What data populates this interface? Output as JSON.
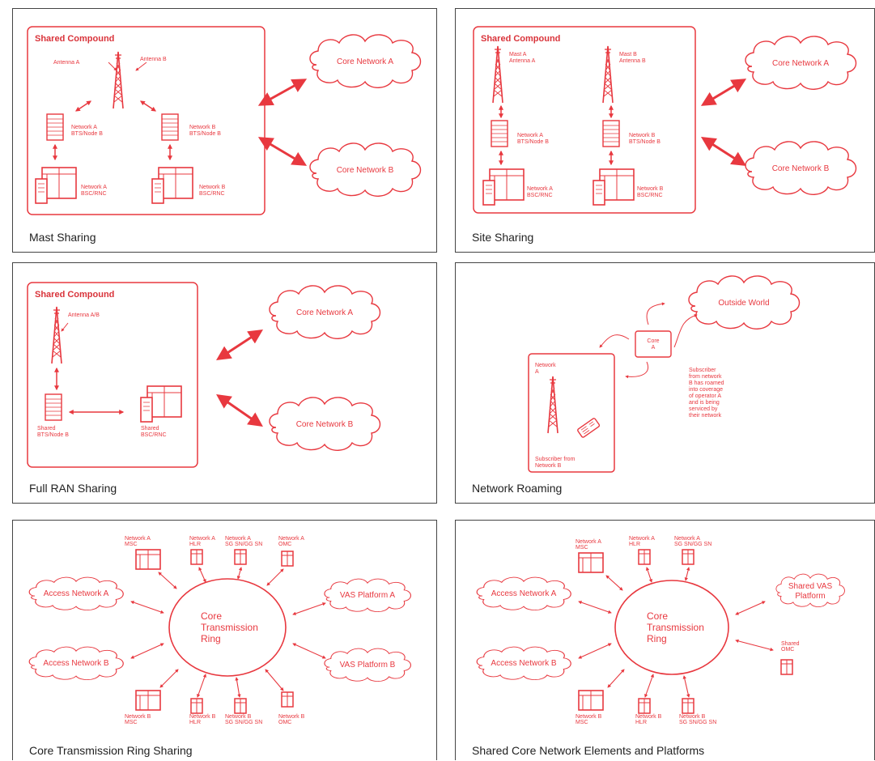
{
  "colors": {
    "accent": "#e8383f",
    "frame": "#444444"
  },
  "panels": {
    "mast": {
      "caption": "Mast Sharing",
      "compound": "Shared Compound",
      "antenna_a": "Antenna A",
      "antenna_b": "Antenna B",
      "net_a_bts_1": "Network A",
      "net_a_bts_2": "BTS/Node B",
      "net_b_bts_1": "Network B",
      "net_b_bts_2": "BTS/Node B",
      "net_a_bsc_1": "Network A",
      "net_a_bsc_2": "BSC/RNC",
      "net_b_bsc_1": "Network B",
      "net_b_bsc_2": "BSC/RNC",
      "core_a": "Core Network A",
      "core_b": "Core Network B"
    },
    "site": {
      "caption": "Site Sharing",
      "compound": "Shared Compound",
      "mast_a_1": "Mast A",
      "mast_a_2": "Antenna A",
      "mast_b_1": "Mast B",
      "mast_b_2": "Antenna B",
      "net_a_bts_1": "Network A",
      "net_a_bts_2": "BTS/Node B",
      "net_b_bts_1": "Network B",
      "net_b_bts_2": "BTS/Node B",
      "net_a_bsc_1": "Network A",
      "net_a_bsc_2": "BSC/RNC",
      "net_b_bsc_1": "Network B",
      "net_b_bsc_2": "BSC/RNC",
      "core_a": "Core Network A",
      "core_b": "Core Network B"
    },
    "ran": {
      "caption": "Full RAN Sharing",
      "compound": "Shared Compound",
      "antenna": "Antenna A/B",
      "bts_1": "Shared",
      "bts_2": "BTS/Node B",
      "bsc_1": "Shared",
      "bsc_2": "BSC/RNC",
      "core_a": "Core Network A",
      "core_b": "Core Network B"
    },
    "roaming": {
      "caption": "Network Roaming",
      "outside": "Outside World",
      "core_1": "Core",
      "core_2": "A",
      "network_1": "Network",
      "network_2": "A",
      "subscriber_1": "Subscriber from",
      "subscriber_2": "Network B",
      "desc": [
        "Subscriber",
        "from network",
        "B has roamed",
        "into coverage",
        "of operator A",
        "and is being",
        "serviced by",
        "their network"
      ]
    },
    "ring": {
      "caption": "Core Transmission Ring Sharing",
      "ring_1": "Core",
      "ring_2": "Transmission",
      "ring_3": "Ring",
      "access_a": "Access Network A",
      "access_b": "Access Network B",
      "vas_a": "VAS Platform A",
      "vas_b": "VAS Platform B",
      "top": [
        [
          "Network A",
          "MSC"
        ],
        [
          "Network A",
          "HLR"
        ],
        [
          "Network A",
          "SG SN/GG SN"
        ],
        [
          "Network A",
          "OMC"
        ]
      ],
      "bottom": [
        [
          "Network B",
          "MSC"
        ],
        [
          "Network B",
          "HLR"
        ],
        [
          "Network B",
          "SG SN/GG SN"
        ],
        [
          "Network B",
          "OMC"
        ]
      ]
    },
    "shared": {
      "caption": "Shared Core Network Elements and Platforms",
      "ring_1": "Core",
      "ring_2": "Transmission",
      "ring_3": "Ring",
      "access_a": "Access Network A",
      "access_b": "Access Network B",
      "vas_1": "Shared VAS",
      "vas_2": "Platform",
      "omc_1": "Shared",
      "omc_2": "OMC",
      "top": [
        [
          "Network A",
          "MSC"
        ],
        [
          "Network A",
          "HLR"
        ],
        [
          "Network A",
          "SG SN/GG SN"
        ]
      ],
      "bottom": [
        [
          "Network B",
          "MSC"
        ],
        [
          "Network B",
          "HLR"
        ],
        [
          "Network B",
          "SG SN/GG SN"
        ]
      ]
    }
  }
}
